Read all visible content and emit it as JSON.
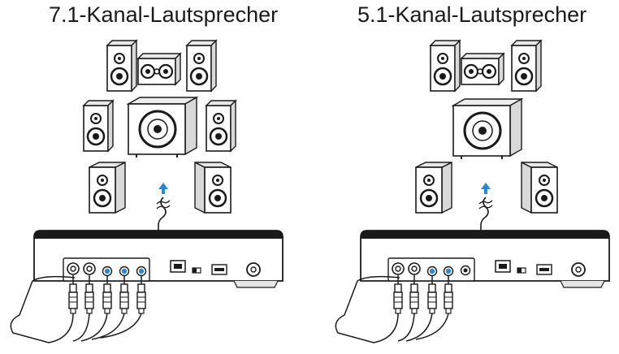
{
  "diagrams": [
    {
      "title": "7.1-Kanal-Lautsprecher",
      "speakers": 8,
      "analog_jacks": 3
    },
    {
      "title": "5.1-Kanal-Lautsprecher",
      "speakers": 6,
      "analog_jacks": 2
    }
  ],
  "colors": {
    "outline": "#1a1a1a",
    "accent": "#2a87d0",
    "fill": "#ffffff",
    "shade": "#e8e8e8"
  },
  "icons": [
    "bookshelf-speaker-icon",
    "center-speaker-icon",
    "subwoofer-icon",
    "arrow-up-icon",
    "cable-icon",
    "optical-port-icon",
    "usb-port-icon",
    "power-jack-icon"
  ]
}
